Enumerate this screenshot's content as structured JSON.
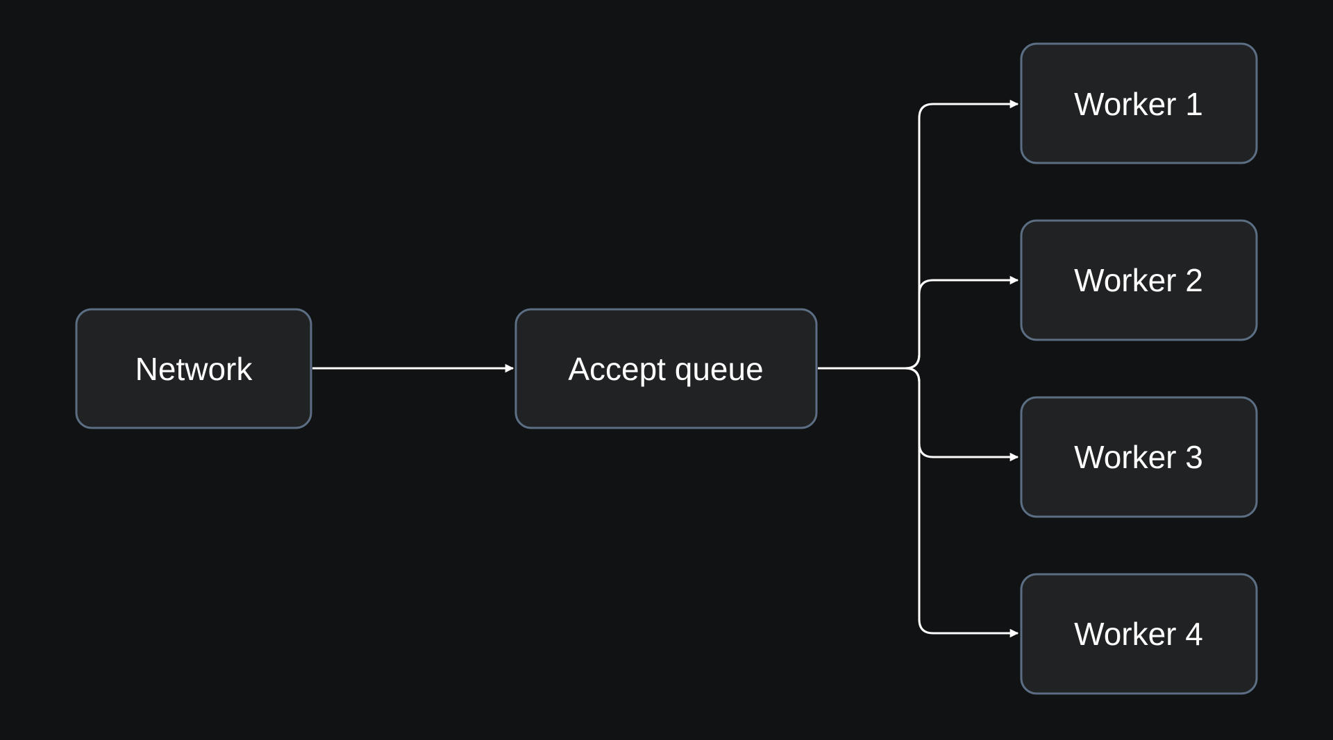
{
  "colors": {
    "background": "#111213",
    "node_fill": "#202223",
    "node_border": "#5b6e84",
    "edge": "#ffffff",
    "text": "#ffffff"
  },
  "nodes": {
    "network": {
      "label": "Network"
    },
    "accept_queue": {
      "label": "Accept queue"
    },
    "worker_1": {
      "label": "Worker 1"
    },
    "worker_2": {
      "label": "Worker 2"
    },
    "worker_3": {
      "label": "Worker 3"
    },
    "worker_4": {
      "label": "Worker 4"
    }
  },
  "edges": [
    {
      "from": "Network",
      "to": "Accept queue"
    },
    {
      "from": "Accept queue",
      "to": "Worker 1"
    },
    {
      "from": "Accept queue",
      "to": "Worker 2"
    },
    {
      "from": "Accept queue",
      "to": "Worker 3"
    },
    {
      "from": "Accept queue",
      "to": "Worker 4"
    }
  ]
}
